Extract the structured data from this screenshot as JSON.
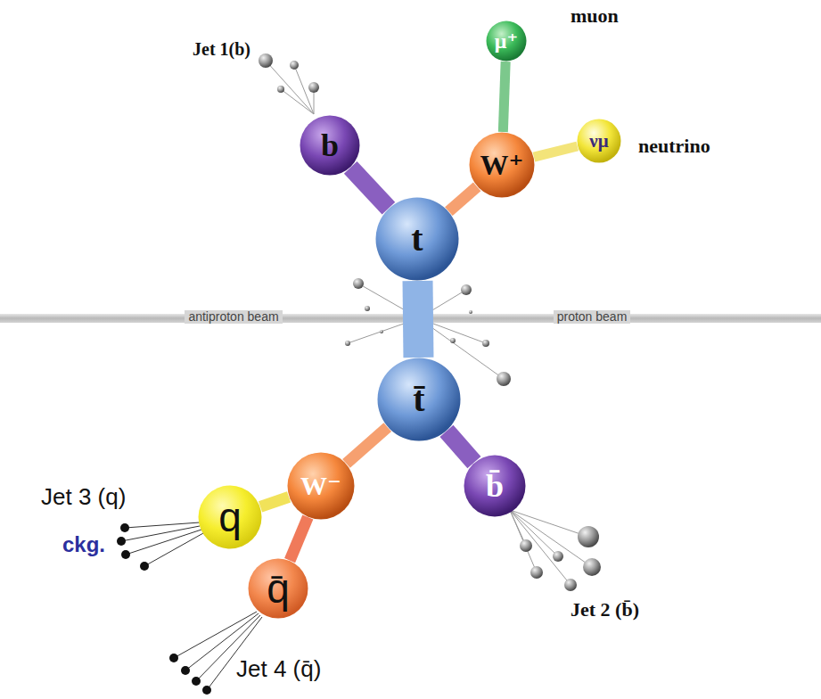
{
  "diagram": {
    "nodes": [
      {
        "text": [
          "μ⁺"
        ]
      },
      {
        "text": [
          "νμ"
        ]
      },
      {
        "text": [
          "b"
        ]
      },
      {
        "text": [
          "W⁺"
        ]
      },
      {
        "text": [
          "t"
        ]
      },
      {
        "text": [
          "t̄"
        ]
      },
      {
        "text": [
          "W⁻"
        ]
      },
      {
        "text": [
          "b̄"
        ]
      },
      {
        "text": [
          "q"
        ]
      },
      {
        "text": [
          "q̄"
        ]
      }
    ],
    "edges": [
      {
        "from": 4,
        "to": 2,
        "arrow": "none"
      },
      {
        "from": 4,
        "to": 3,
        "arrow": "none"
      },
      {
        "from": 3,
        "to": 0,
        "arrow": "none"
      },
      {
        "from": 3,
        "to": 1,
        "arrow": "none"
      },
      {
        "from": 4,
        "to": 5,
        "arrow": "none"
      },
      {
        "from": 5,
        "to": 6,
        "arrow": "none"
      },
      {
        "from": 5,
        "to": 7,
        "arrow": "none"
      },
      {
        "from": 6,
        "to": 8,
        "arrow": "none"
      },
      {
        "from": 6,
        "to": 9,
        "arrow": "none"
      }
    ],
    "labels": [
      "muon",
      "Jet 1(b)",
      "neutrino",
      "antiproton beam",
      "proton beam",
      "Jet 3 (q)",
      "ckg.",
      "Jet 4 (q̄)",
      "Jet 2 (b̄)"
    ]
  }
}
